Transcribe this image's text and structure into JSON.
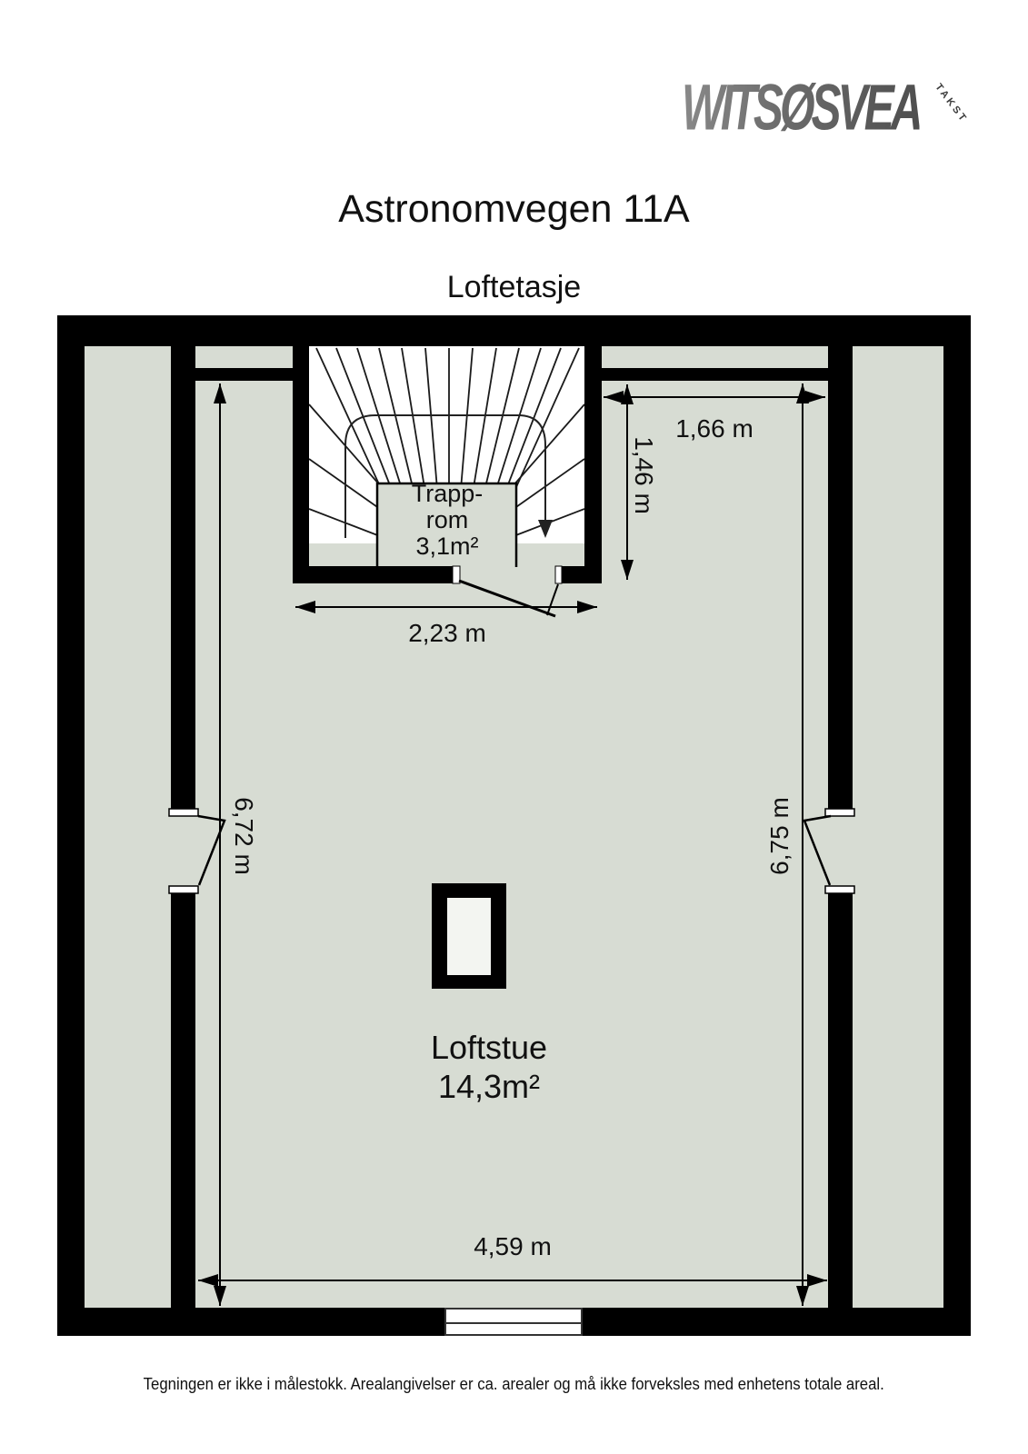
{
  "brand": {
    "name": "WITSØSVEA",
    "tagline": "TAKST"
  },
  "header": {
    "address": "Astronomvegen 11A",
    "floor": "Loftetasje"
  },
  "rooms": {
    "stairwell": {
      "label_line1": "Trapp-",
      "label_line2": "rom",
      "area": "3,1m²"
    },
    "loft_living_room": {
      "label": "Loftstue",
      "area": "14,3m²"
    }
  },
  "dimensions": {
    "upper_right_width": "1,66 m",
    "upper_right_depth": "1,46 m",
    "stairwell_width": "2,23 m",
    "room_height_left": "6,72 m",
    "room_height_right": "6,75 m",
    "room_width_bottom": "4,59 m"
  },
  "footer": {
    "disclaimer": "Tegningen er ikke i målestokk. Arealangivelser er ca. arealer og må ikke forveksles med enhetens totale areal."
  },
  "colors": {
    "floor_fill": "#d7dcd3",
    "wall": "#000000",
    "stair_fill": "#ffffff"
  }
}
